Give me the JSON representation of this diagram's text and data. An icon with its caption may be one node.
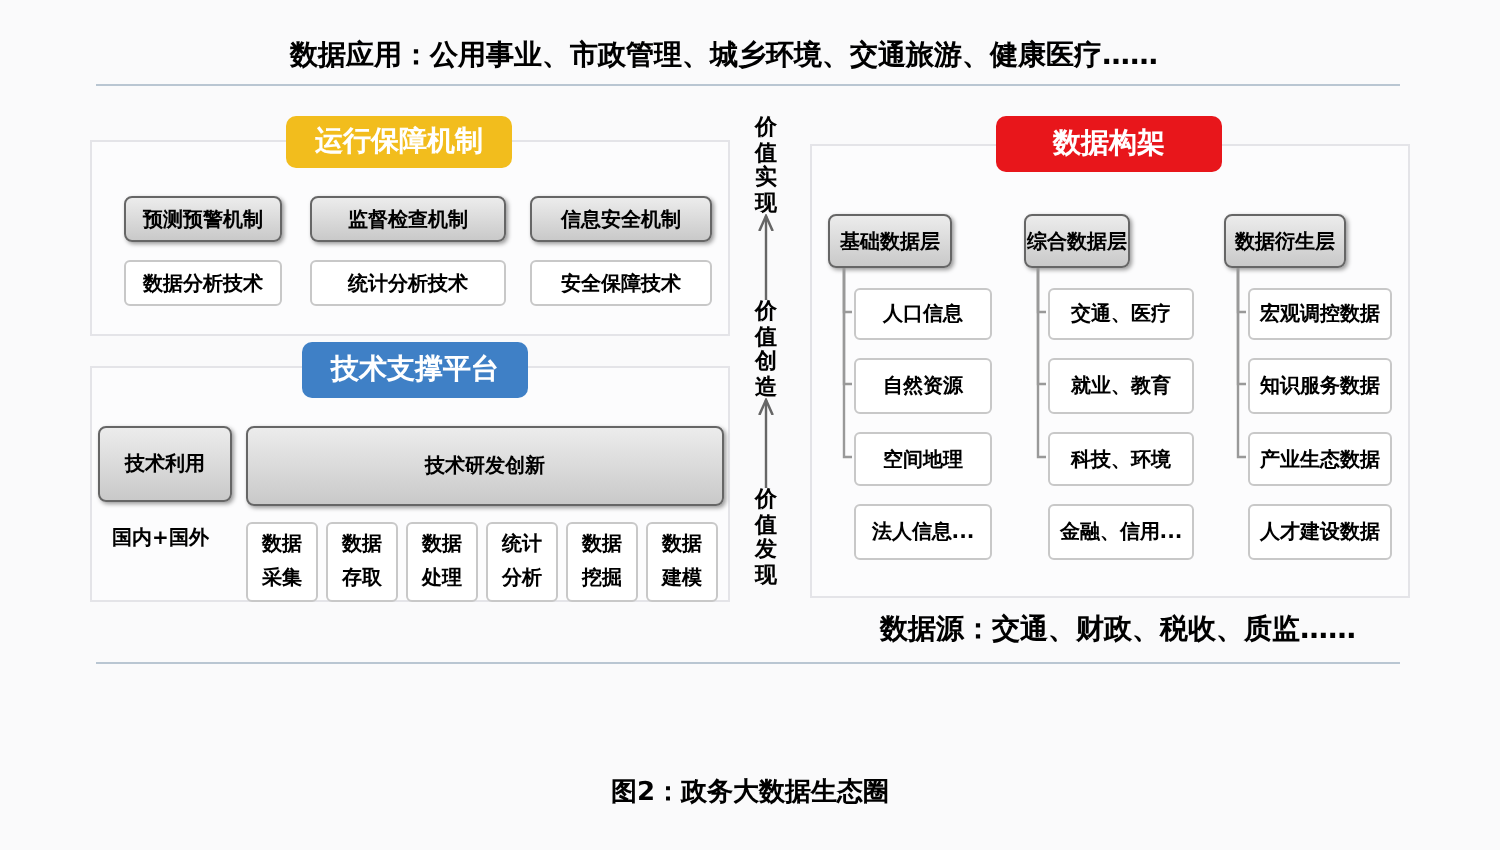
{
  "diagram": {
    "caption": "图2：政务大数据生态圈",
    "nodes": [
      {
        "text": [
          "运行保障机制"
        ]
      },
      {
        "text": [
          "预测预警机制"
        ],
        "in": 0
      },
      {
        "text": [
          "监督检查机制"
        ],
        "in": 0
      },
      {
        "text": [
          "信息安全机制"
        ],
        "in": 0
      },
      {
        "text": [
          "数据分析技术"
        ],
        "in": 0
      },
      {
        "text": [
          "统计分析技术"
        ],
        "in": 0
      },
      {
        "text": [
          "安全保障技术"
        ],
        "in": 0
      },
      {
        "text": [
          "技术支撑平台"
        ]
      },
      {
        "text": [
          "技术利用"
        ],
        "beside": [
          "国内+国外"
        ],
        "in": 7
      },
      {
        "text": [
          "技术研发创新"
        ],
        "in": 7
      },
      {
        "text": [
          "数据采集"
        ],
        "in": 7
      },
      {
        "text": [
          "数据存取"
        ],
        "in": 7
      },
      {
        "text": [
          "数据处理"
        ],
        "in": 7
      },
      {
        "text": [
          "统计分析"
        ],
        "in": 7
      },
      {
        "text": [
          "数据挖掘"
        ],
        "in": 7
      },
      {
        "text": [
          "数据建模"
        ],
        "in": 7
      },
      {
        "text": [
          "数据构架"
        ]
      },
      {
        "text": [
          "基础数据层"
        ],
        "in": 16
      },
      {
        "text": [
          "人口信息"
        ],
        "in": 16
      },
      {
        "text": [
          "自然资源"
        ],
        "in": 16
      },
      {
        "text": [
          "空间地理"
        ],
        "in": 16
      },
      {
        "text": [
          "法人信息..."
        ],
        "in": 16
      },
      {
        "text": [
          "综合数据层"
        ],
        "in": 16
      },
      {
        "text": [
          "交通、医疗"
        ],
        "in": 16
      },
      {
        "text": [
          "就业、教育"
        ],
        "in": 16
      },
      {
        "text": [
          "科技、环境"
        ],
        "in": 16
      },
      {
        "text": [
          "金融、信用..."
        ],
        "in": 16
      },
      {
        "text": [
          "数据衍生层"
        ],
        "in": 16
      },
      {
        "text": [
          "宏观调控数据"
        ],
        "in": 16
      },
      {
        "text": [
          "知识服务数据"
        ],
        "in": 16
      },
      {
        "text": [
          "产业生态数据"
        ],
        "in": 16
      },
      {
        "text": [
          "人才建设数据"
        ],
        "in": 16
      },
      {
        "text": [
          "价值实现"
        ]
      },
      {
        "text": [
          "价值创造"
        ]
      },
      {
        "text": [
          "价值发现"
        ]
      }
    ],
    "edges": [
      {
        "from": 17,
        "to": 18,
        "arrow": "none"
      },
      {
        "from": 17,
        "to": 19,
        "arrow": "none"
      },
      {
        "from": 17,
        "to": 20,
        "arrow": "none"
      },
      {
        "from": 22,
        "to": 23,
        "arrow": "none"
      },
      {
        "from": 22,
        "to": 24,
        "arrow": "none"
      },
      {
        "from": 22,
        "to": 25,
        "arrow": "none"
      },
      {
        "from": 27,
        "to": 28,
        "arrow": "none"
      },
      {
        "from": 27,
        "to": 29,
        "arrow": "none"
      },
      {
        "from": 27,
        "to": 30,
        "arrow": "none"
      },
      {
        "from": 34,
        "to": 33,
        "arrow": "to"
      },
      {
        "from": 33,
        "to": 32,
        "arrow": "to"
      }
    ],
    "labels": [
      "数据应用：公用事业、市政管理、城乡环境、交通旅游、健康医疗……",
      "数据源：交通、财政、税收、质监……"
    ]
  }
}
